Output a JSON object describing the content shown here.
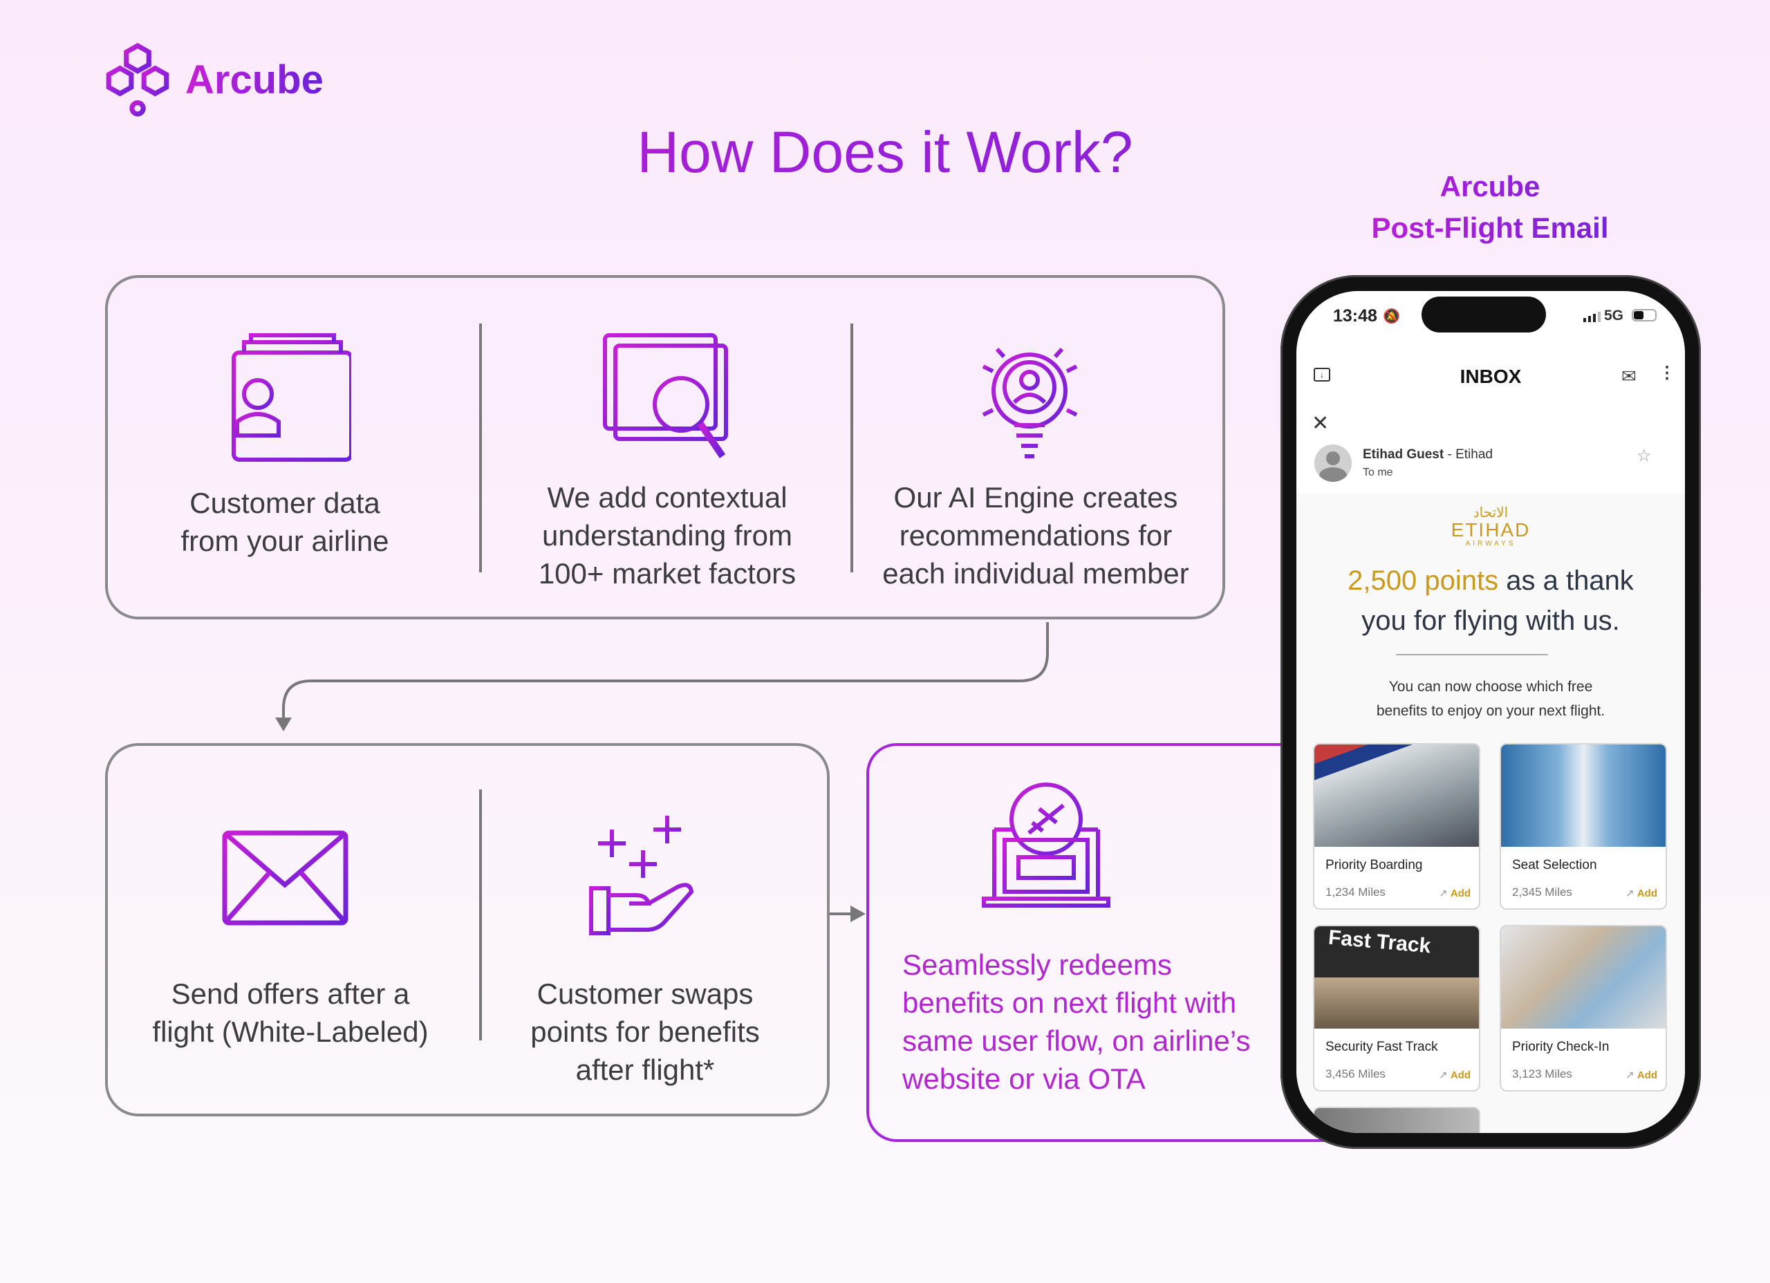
{
  "brand": {
    "name": "Arcube"
  },
  "title": "How Does it Work?",
  "phone_caption": {
    "line1": "Arcube",
    "line2": "Post-Flight Email"
  },
  "top_steps": [
    {
      "icon": "customer-id-card-icon",
      "lines": [
        "Customer data",
        "from your airline"
      ]
    },
    {
      "icon": "market-analysis-icon",
      "lines": [
        "We add contextual",
        "understanding from",
        "100+ market factors"
      ]
    },
    {
      "icon": "ai-lightbulb-icon",
      "lines": [
        "Our AI Engine creates",
        "recommendations for",
        "each individual member"
      ]
    }
  ],
  "bottom_steps": [
    {
      "icon": "envelope-icon",
      "lines": [
        "Send offers after a",
        "flight (White-Labeled)"
      ]
    },
    {
      "icon": "hand-points-icon",
      "lines": [
        "Customer swaps",
        "points for benefits",
        "after flight*"
      ]
    }
  ],
  "redeem": {
    "icon": "laptop-flight-icon",
    "lines": [
      "Seamlessly redeems",
      "benefits on next flight with",
      "same user flow, on airline’s",
      "website or via OTA"
    ]
  },
  "phone": {
    "time": "13:48",
    "network": "5G",
    "header": "INBOX",
    "sender": "Etihad Guest",
    "sender_org": "- Etihad",
    "recipient": "To me",
    "logo_arabic": "الاتحاد",
    "logo_main": "ETIHAD",
    "logo_sub": "AIRWAYS",
    "headline_points": "2,500 points",
    "headline_rest": " as a thank you for flying with us.",
    "body": "You can now choose which free benefits to enjoy on your next flight.",
    "add_label": "Add",
    "benefits": [
      {
        "title": "Priority Boarding",
        "miles": "1,234 Miles"
      },
      {
        "title": "Seat Selection",
        "miles": "2,345 Miles"
      },
      {
        "title": "Security Fast Track",
        "miles": "3,456 Miles",
        "image_text": "Fast Track"
      },
      {
        "title": "Priority Check-In",
        "miles": "3,123 Miles"
      }
    ]
  },
  "colors": {
    "magenta": "#c81fd6",
    "purple": "#6a22d8",
    "gold": "#c99a1e"
  }
}
